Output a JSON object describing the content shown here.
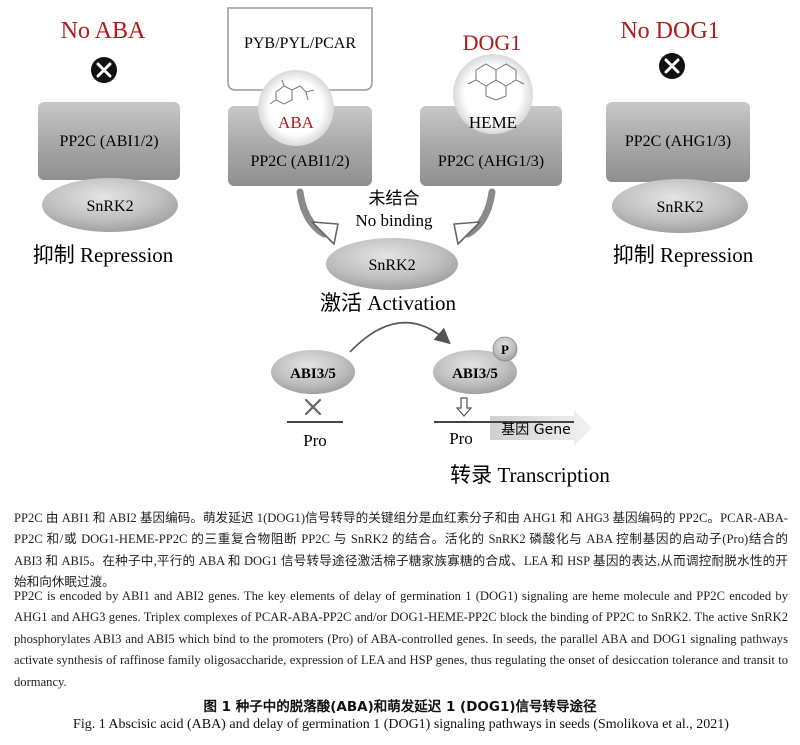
{
  "diagram": {
    "no_aba_label": "No ABA",
    "no_dog1_label": "No DOG1",
    "receptor_label": "PYB/PYL/PCAR",
    "aba_label": "ABA",
    "dog1_label": "DOG1",
    "heme_label": "HEME",
    "pp2c_abi_label": "PP2C (ABI1/2)",
    "pp2c_ahg_label": "PP2C (AHG1/3)",
    "snrk2_label": "SnRK2",
    "repression_label": "抑制 Repression",
    "no_binding_cn": "未结合",
    "no_binding_en": "No binding",
    "activation_label": "激活 Activation",
    "abi35_label": "ABI3/5",
    "phospho_label": "P",
    "pro_label": "Pro",
    "gene_label": "基因 Gene",
    "transcription_label": "转录 Transcription"
  },
  "caption": {
    "cn": "PP2C 由 ABI1 和 ABI2 基因编码。萌发延迟 1(DOG1)信号转导的关键组分是血红素分子和由 AHG1 和 AHG3 基因编码的 PP2C。PCAR-ABA-PP2C 和/或 DOG1-HEME-PP2C 的三重复合物阻断 PP2C 与 SnRK2 的结合。活化的 SnRK2 磷酸化与 ABA 控制基因的启动子(Pro)结合的 ABI3 和 ABI5。在种子中,平行的 ABA 和 DOG1 信号转导途径激活棉子糖家族寡糖的合成、LEA 和 HSP 基因的表达,从而调控耐脱水性的开始和向休眠过渡。",
    "en": "PP2C is encoded by ABI1 and ABI2 genes. The key elements of delay of germination 1 (DOG1) signaling are heme molecule and PP2C encoded by AHG1 and AHG3 genes. Triplex complexes of PCAR-ABA-PP2C and/or DOG1-HEME-PP2C block the binding of PP2C to SnRK2. The active SnRK2 phosphorylates ABI3 and ABI5 which bind to the promoters (Pro) of ABA-controlled genes. In seeds, the parallel ABA and DOG1 signaling pathways activate synthesis of raffinose family oligosaccharide, expression of LEA and HSP genes, thus regulating the onset of desiccation tolerance and transit to dormancy.",
    "title_cn": "图 1  种子中的脱落酸(ABA)和萌发延迟 1 (DOG1)信号转导途径",
    "title_en": "Fig. 1  Abscisic acid (ABA) and delay of germination 1 (DOG1) signaling pathways in seeds (Smolikova et al., 2021)"
  },
  "colors": {
    "red_label": "#b01b1b",
    "protein_grey": "#a6a6a6",
    "snrk_grey": "#bcbcbc"
  }
}
